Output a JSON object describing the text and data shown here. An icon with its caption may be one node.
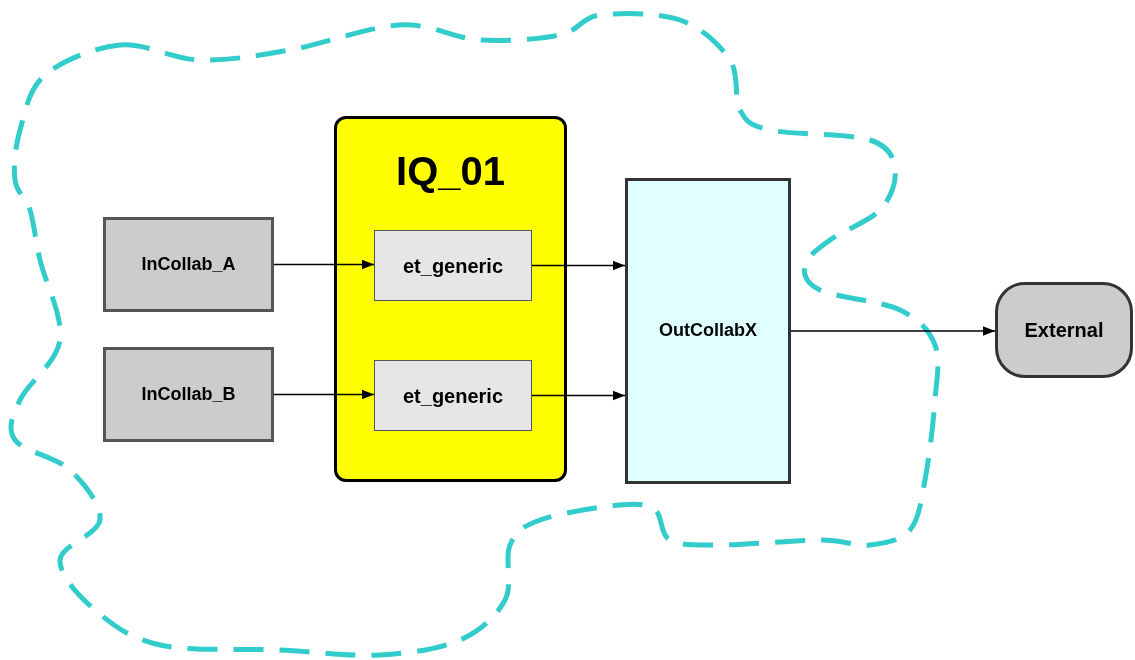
{
  "diagram": {
    "nodes": [
      {
        "text": [
          "InCollab_A"
        ]
      },
      {
        "text": [
          "InCollab_B"
        ]
      },
      {
        "text": [
          "IQ_01"
        ]
      },
      {
        "text": [
          "et_generic"
        ],
        "in": 2
      },
      {
        "text": [
          "et_generic"
        ],
        "in": 2
      },
      {
        "text": [
          "OutCollabX"
        ]
      },
      {
        "text": [
          "External"
        ]
      }
    ],
    "edges": [
      {
        "from": 0,
        "to": 3,
        "arrow": "to"
      },
      {
        "from": 1,
        "to": 4,
        "arrow": "to"
      },
      {
        "from": 3,
        "to": 5,
        "arrow": "to"
      },
      {
        "from": 4,
        "to": 5,
        "arrow": "to"
      },
      {
        "from": 5,
        "to": 6,
        "arrow": "to"
      }
    ]
  }
}
